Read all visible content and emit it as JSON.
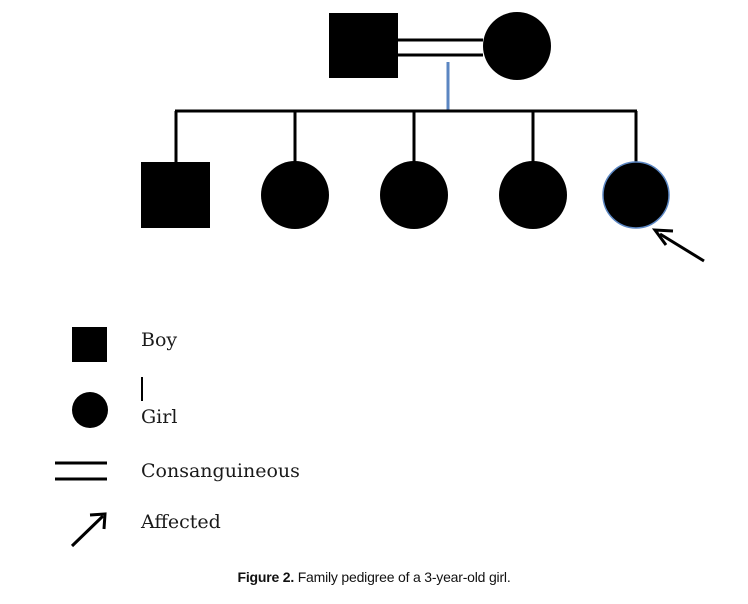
{
  "pedigree": {
    "parents": [
      {
        "symbol": "square"
      },
      {
        "symbol": "circle"
      }
    ],
    "children": [
      {
        "symbol": "square",
        "affected": false
      },
      {
        "symbol": "circle",
        "affected": false
      },
      {
        "symbol": "circle",
        "affected": false
      },
      {
        "symbol": "circle",
        "affected": false
      },
      {
        "symbol": "circle",
        "affected": true
      }
    ],
    "colors": {
      "symbol": "#000000",
      "descent_line": "#5b86c2"
    }
  },
  "legend": {
    "items": [
      {
        "symbol": "square",
        "label": "Boy"
      },
      {
        "symbol": "circle",
        "label": "Girl"
      },
      {
        "symbol": "double-line",
        "label": "Consanguineous"
      },
      {
        "symbol": "arrow",
        "label": "Affected"
      }
    ]
  },
  "caption": {
    "label": "Figure 2.",
    "text": " Family pedigree of a 3-year-old girl."
  }
}
